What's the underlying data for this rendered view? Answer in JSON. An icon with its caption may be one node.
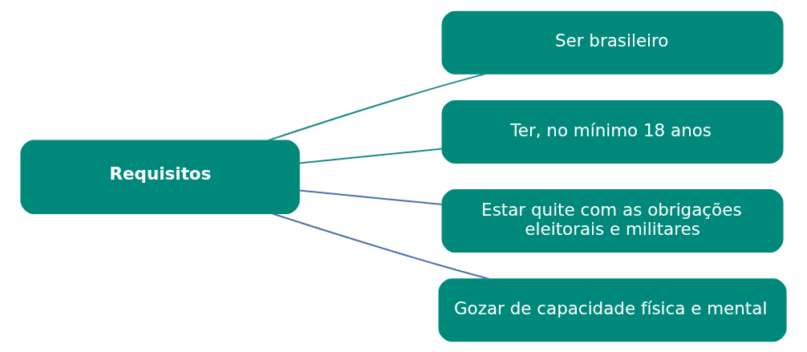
{
  "diagram": {
    "nodes": [
      {
        "text": [
          "Requisitos"
        ]
      },
      {
        "text": [
          "Ser brasileiro"
        ]
      },
      {
        "text": [
          "Ter, no mínimo 18 anos"
        ]
      },
      {
        "text": [
          "Estar quite com as obrigações eleitorais e militares"
        ]
      },
      {
        "text": [
          "Gozar de capacidade física e mental"
        ]
      }
    ],
    "edges": [
      {
        "from": 0,
        "to": 1,
        "arrow": "none"
      },
      {
        "from": 0,
        "to": 2,
        "arrow": "none"
      },
      {
        "from": 0,
        "to": 3,
        "arrow": "none",
        "color": "#4a72a8"
      },
      {
        "from": 0,
        "to": 4,
        "arrow": "none",
        "color": "#4a72a8"
      }
    ]
  }
}
